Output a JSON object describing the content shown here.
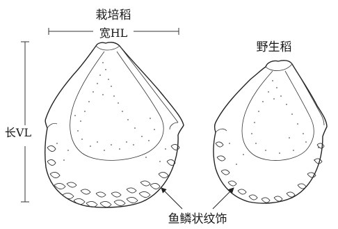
{
  "labels": {
    "cultivated": "栽培稻",
    "width": "宽HL",
    "length": "长VL",
    "wild": "野生稻",
    "scale_pattern": "鱼鳞状纹饰"
  }
}
